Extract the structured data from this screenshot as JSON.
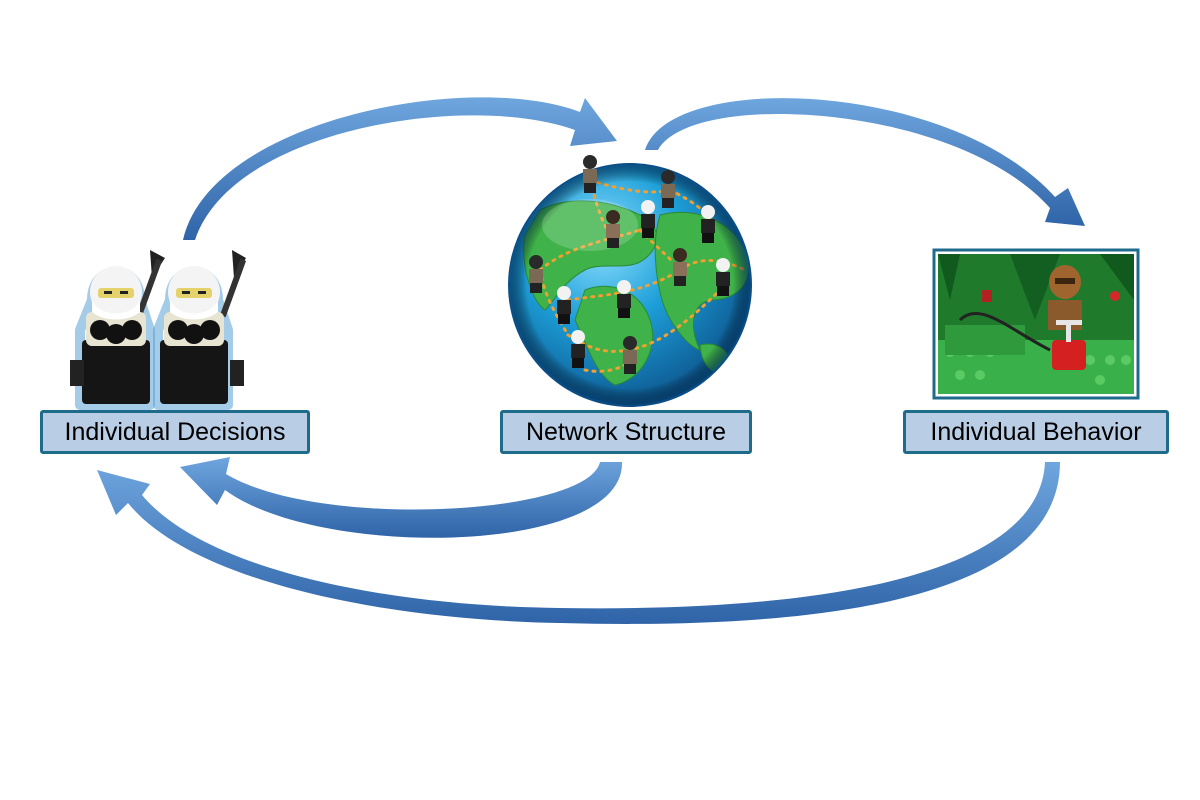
{
  "nodes": {
    "decisions": {
      "label": "Individual Decisions",
      "icon": "lego-militant-pair-icon"
    },
    "network": {
      "label": "Network Structure",
      "icon": "globe-network-icon"
    },
    "behavior": {
      "label": "Individual Behavior",
      "icon": "lego-detonator-scene-icon"
    }
  },
  "edges": [
    {
      "from": "Individual Decisions",
      "to": "Network Structure"
    },
    {
      "from": "Network Structure",
      "to": "Individual Behavior"
    },
    {
      "from": "Network Structure",
      "to": "Individual Decisions"
    },
    {
      "from": "Individual Behavior",
      "to": "Individual Decisions"
    }
  ],
  "colors": {
    "arrow": "#4a86c8",
    "arrow_dark": "#2f5f95",
    "label_fill": "#b9cde5",
    "label_border": "#1f6b8c",
    "globe_sea": "#1b8fc8",
    "globe_land": "#3fb24a",
    "route": "#f0a030"
  }
}
